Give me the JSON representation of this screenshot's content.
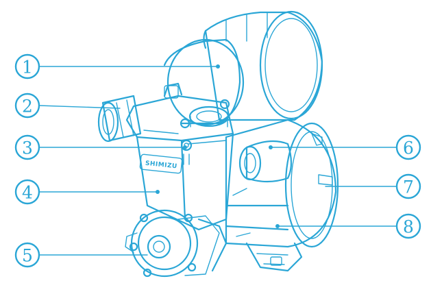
{
  "diagram": {
    "brand_label": "SHIMIZU",
    "callouts": [
      "1",
      "2",
      "3",
      "4",
      "5",
      "6",
      "7",
      "8"
    ],
    "colors": {
      "line": "#2aa6d6",
      "background": "#ffffff"
    }
  }
}
